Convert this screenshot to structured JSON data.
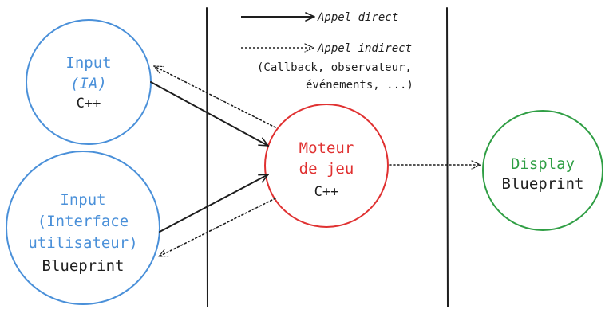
{
  "legend": {
    "direct_label": "Appel direct",
    "indirect_label": "Appel indirect",
    "indirect_note_line1": "(Callback, observateur,",
    "indirect_note_line2": "événements, ...)"
  },
  "nodes": {
    "input_ai": {
      "line1": "Input",
      "line2": "(IA)",
      "tech": "C++",
      "color": "#4a90d9"
    },
    "input_ui": {
      "line1": "Input",
      "line2": "(Interface",
      "line3": "utilisateur)",
      "tech": "Blueprint",
      "color": "#4a90d9"
    },
    "engine": {
      "line1": "Moteur",
      "line2": "de jeu",
      "tech": "C++",
      "color": "#e03131"
    },
    "display": {
      "line1": "Display",
      "tech": "Blueprint",
      "color": "#2f9e44"
    }
  },
  "colors": {
    "ink": "#1e1e1e"
  }
}
